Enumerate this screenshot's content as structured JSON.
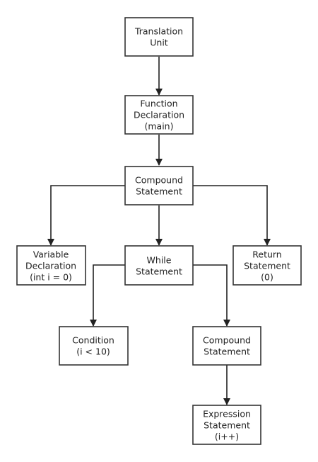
{
  "nodes": {
    "translation_unit": {
      "lines": [
        "Translation",
        "Unit"
      ]
    },
    "function_declaration": {
      "lines": [
        "Function",
        "Declaration",
        "(main)"
      ]
    },
    "compound_statement_outer": {
      "lines": [
        "Compound",
        "Statement"
      ]
    },
    "variable_declaration": {
      "lines": [
        "Variable",
        "Declaration",
        "(int i = 0)"
      ]
    },
    "while_statement": {
      "lines": [
        "While",
        "Statement"
      ]
    },
    "return_statement": {
      "lines": [
        "Return",
        "Statement",
        "(0)"
      ]
    },
    "condition": {
      "lines": [
        "Condition",
        "(i < 10)"
      ]
    },
    "compound_statement_inner": {
      "lines": [
        "Compound",
        "Statement"
      ]
    },
    "expression_statement": {
      "lines": [
        "Expression",
        "Statement",
        "(i++)"
      ]
    }
  },
  "edges": [
    {
      "from": "translation_unit",
      "to": "function_declaration"
    },
    {
      "from": "function_declaration",
      "to": "compound_statement_outer"
    },
    {
      "from": "compound_statement_outer",
      "to": "variable_declaration"
    },
    {
      "from": "compound_statement_outer",
      "to": "while_statement"
    },
    {
      "from": "compound_statement_outer",
      "to": "return_statement"
    },
    {
      "from": "while_statement",
      "to": "condition"
    },
    {
      "from": "while_statement",
      "to": "compound_statement_inner"
    },
    {
      "from": "compound_statement_inner",
      "to": "expression_statement"
    }
  ]
}
